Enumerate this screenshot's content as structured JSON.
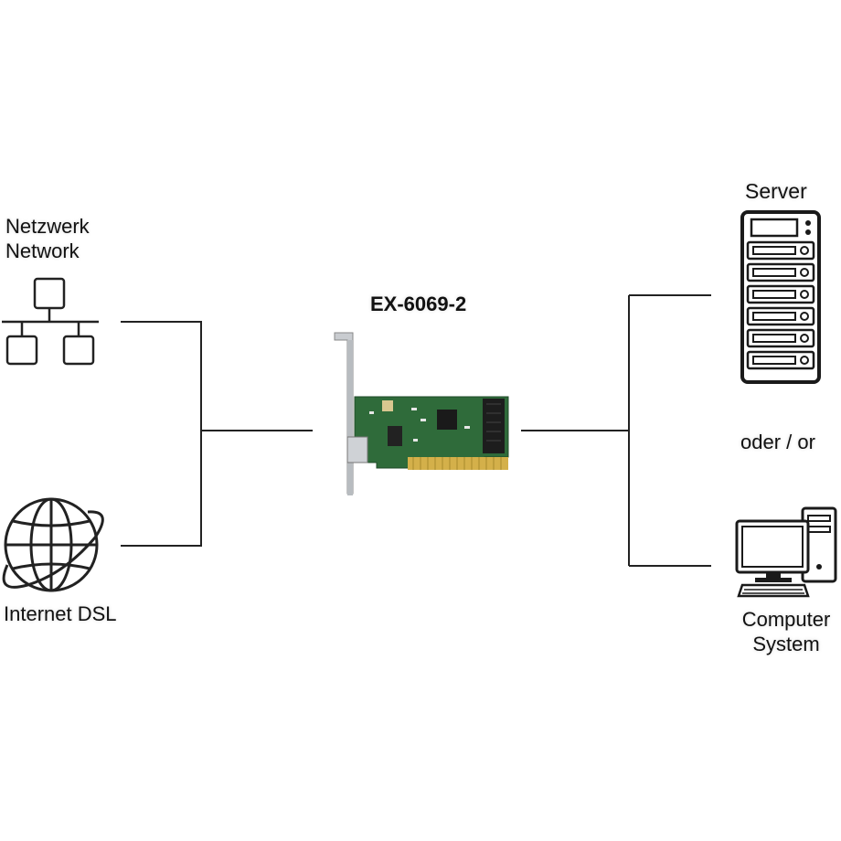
{
  "network": {
    "line1": "Netzwerk",
    "line2": "Network"
  },
  "internet": {
    "label": "Internet DSL"
  },
  "card": {
    "model": "EX-6069-2"
  },
  "server": {
    "label": "Server"
  },
  "separator": {
    "label": "oder / or"
  },
  "computer": {
    "line1": "Computer",
    "line2": "System"
  },
  "icons": [
    "network-topology-icon",
    "globe-icon",
    "server-rack-icon",
    "desktop-computer-icon",
    "pci-network-card"
  ]
}
